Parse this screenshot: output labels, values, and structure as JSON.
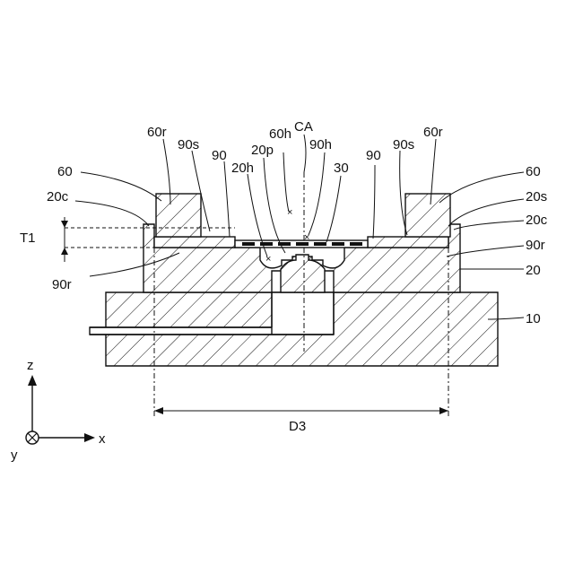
{
  "labels": {
    "ca": "CA",
    "l60h": "60h",
    "l60r_left": "60r",
    "l90s_left": "90s",
    "l20p": "20p",
    "l90h": "90h",
    "l60r_right": "60r",
    "l90s_right": "90s",
    "l60_left": "60",
    "l90_left": "90",
    "l20h": "20h",
    "l30": "30",
    "l90_right": "90",
    "l60_right": "60",
    "l20c_left": "20c",
    "l20s": "20s",
    "l20c_right": "20c",
    "t1": "T1",
    "l90r_right": "90r",
    "l90r_left": "90r",
    "l20": "20",
    "l10": "10",
    "d3": "D3",
    "axis_z": "z",
    "axis_y": "y",
    "axis_x": "x"
  }
}
